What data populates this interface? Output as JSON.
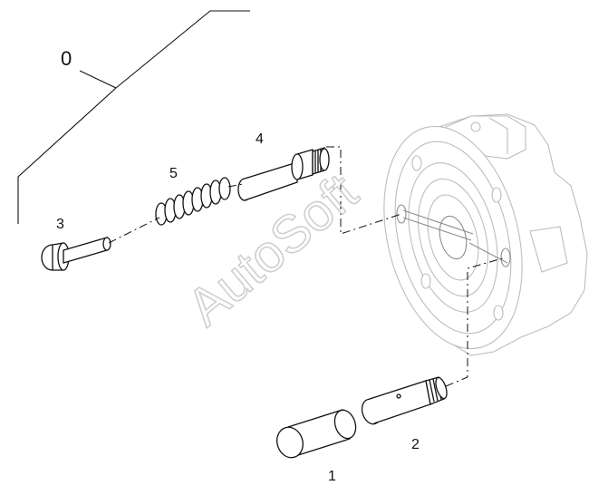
{
  "watermark": "AutoSoft",
  "callouts": {
    "assembly": "0",
    "part1": "1",
    "part2": "2",
    "part3": "3",
    "part4": "4",
    "part5": "5"
  }
}
